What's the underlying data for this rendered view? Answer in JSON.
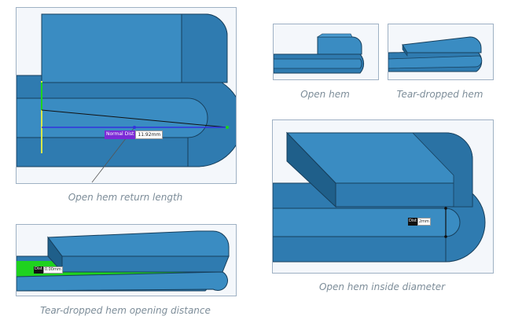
{
  "colors": {
    "part_top": "#3a8cc2",
    "part_face": "#2f7bb0",
    "part_dark": "#1f5f8a",
    "edge": "#173f5c",
    "measure_green": "#1fd21f",
    "measure_blue": "#3333dd",
    "panel_bg": "#f4f7fb",
    "caption": "#7d8d99",
    "tag_purple": "#7b2ad6"
  },
  "panels": {
    "return_length": {
      "caption": "Open hem return length",
      "tag_label": "Normal Dist",
      "tag_value": "11.92mm"
    },
    "opening_distance": {
      "caption": "Tear-dropped hem opening distance",
      "tag_label": "Dist",
      "tag_value": "0.00mm"
    },
    "open_hem": {
      "caption": "Open hem"
    },
    "tear_dropped": {
      "caption": "Tear-dropped hem"
    },
    "inside_diameter": {
      "caption": "Open hem inside diameter",
      "tag_label": "Dist",
      "tag_value": "2mm"
    }
  }
}
